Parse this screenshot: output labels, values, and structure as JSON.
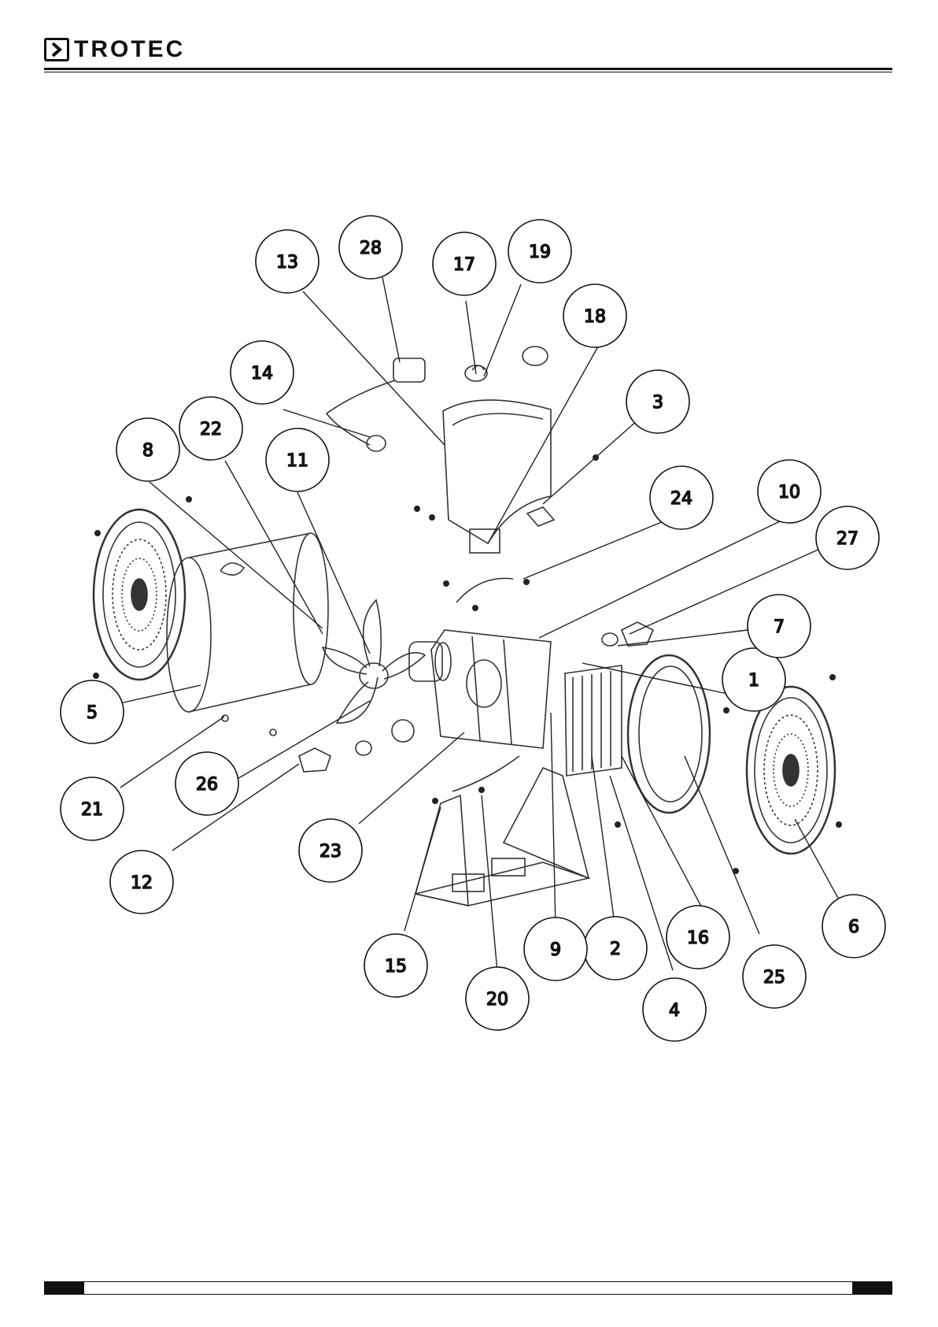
{
  "header": {
    "brand": "TROTEC"
  },
  "callouts": [
    "1",
    "2",
    "3",
    "4",
    "5",
    "6",
    "7",
    "8",
    "9",
    "10",
    "11",
    "12",
    "13",
    "14",
    "15",
    "16",
    "17",
    "18",
    "19",
    "20",
    "21",
    "22",
    "23",
    "24",
    "25",
    "26",
    "27",
    "28"
  ]
}
